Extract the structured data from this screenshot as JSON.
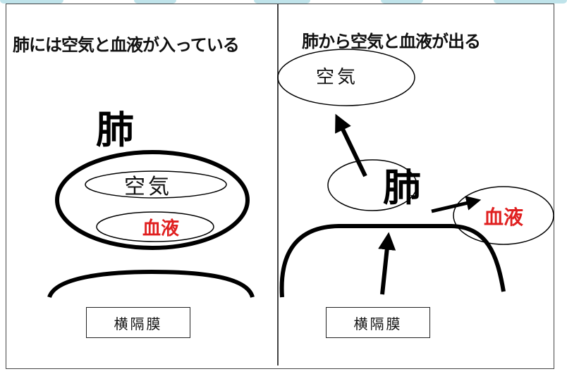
{
  "left_panel": {
    "caption": "肺には空気と血液が入っている",
    "organ_label": "肺",
    "air_label": "空気",
    "blood_label": "血液",
    "diaphragm_label": "横隔膜"
  },
  "right_panel": {
    "caption": "肺から空気と血液が出る",
    "organ_label": "肺",
    "air_label": "空気",
    "blood_label": "血液",
    "diaphragm_label": "横隔膜"
  },
  "colors": {
    "blood_text": "#e02020",
    "line": "#000000",
    "top_band": "#bfe3ea"
  }
}
